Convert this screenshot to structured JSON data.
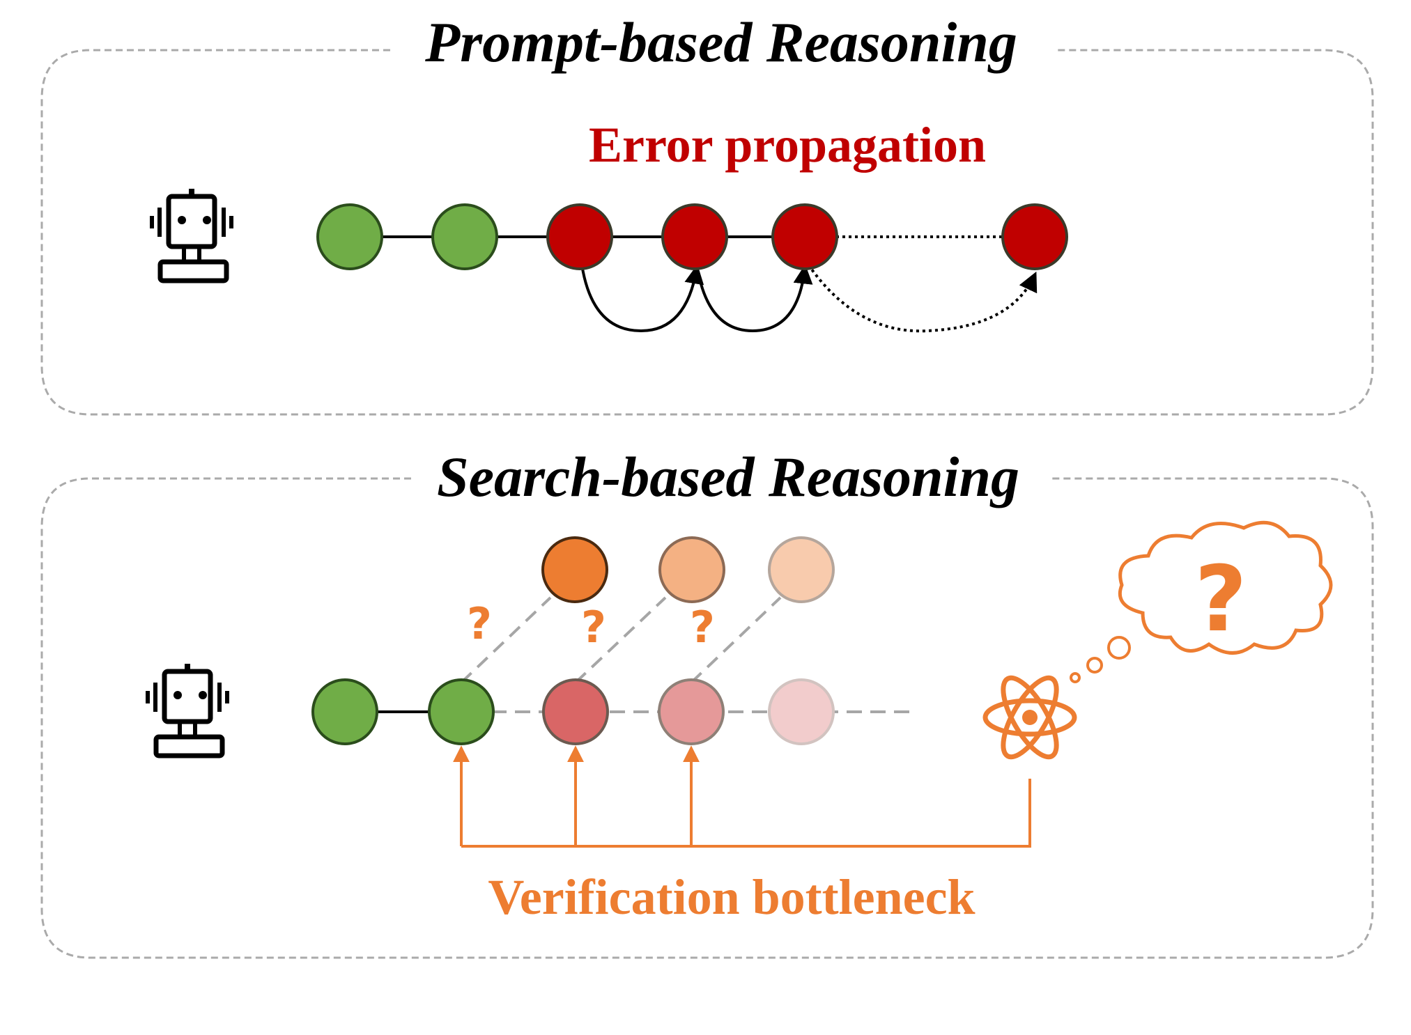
{
  "panels": [
    {
      "title": "Prompt-based Reasoning",
      "annotation": "Error propagation",
      "annotation_color": "#C00000"
    },
    {
      "title": "Search-based Reasoning",
      "annotation": "Verification bottleneck",
      "annotation_color": "#ED7D31"
    }
  ],
  "colors": {
    "correct_step": "#70AD47",
    "error_step": "#C00000",
    "candidate_orange": "#ED7D31",
    "verification": "#ED7D31",
    "frame": "#AAAAAA"
  },
  "icons": {
    "agent": "robot-icon",
    "verifier": "atom-icon",
    "thought": "thought-cloud-icon"
  },
  "question_marks": [
    "?",
    "?",
    "?",
    "?"
  ]
}
